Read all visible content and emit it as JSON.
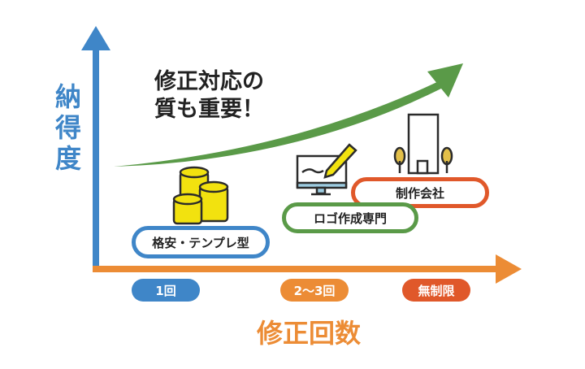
{
  "axes": {
    "y_label": "納得度",
    "x_label": "修正回数"
  },
  "message": {
    "line1": "修正対応の",
    "line2": "質も重要！"
  },
  "categories": [
    {
      "label": "格安・テンプレ型",
      "revisions": "1回",
      "color": "#3f86c8",
      "icon": "coins-icon"
    },
    {
      "label": "ロゴ作成専門",
      "revisions": "2〜3回",
      "color": "#5a9a48",
      "icon": "monitor-pen-icon"
    },
    {
      "label": "制作会社",
      "revisions": "無制限",
      "color": "#e0582a",
      "icon": "building-icon"
    }
  ],
  "colors": {
    "y_axis": "#3f86c8",
    "x_axis": "#ec8c35",
    "trend": "#5a9a48",
    "revisions_mid": "#ec8c35"
  }
}
